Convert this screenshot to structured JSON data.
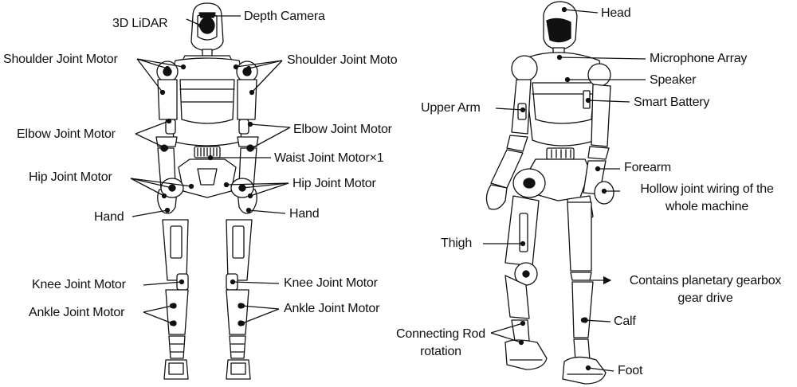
{
  "front_view": {
    "labels": {
      "lidar": "3D LiDAR",
      "depth_camera": "Depth Camera",
      "shoulder_left": "Shoulder Joint Motor",
      "shoulder_right": "Shoulder Joint Moto",
      "elbow_left": "Elbow Joint Motor",
      "elbow_right": "Elbow Joint Motor",
      "waist": "Waist Joint Motor×1",
      "hip_left": "Hip Joint Motor",
      "hip_right": "Hip Joint Motor",
      "hand_left": "Hand",
      "hand_right": "Hand",
      "knee_left": "Knee Joint Motor",
      "knee_right": "Knee Joint Motor",
      "ankle_left": "Ankle Joint Motor",
      "ankle_right": "Ankle Joint Motor"
    }
  },
  "side_view": {
    "labels": {
      "head": "Head",
      "microphone": "Microphone Array",
      "speaker": "Speaker",
      "battery": "Smart Battery",
      "upper_arm": "Upper Arm",
      "forearm": "Forearm",
      "wiring_line1": "Hollow joint wiring of the",
      "wiring_line2": "whole machine",
      "thigh": "Thigh",
      "gearbox_line1": "Contains planetary gearbox",
      "gearbox_line2": "gear drive",
      "calf": "Calf",
      "rod_line1": "Connecting Rod",
      "rod_line2": "rotation",
      "foot": "Foot"
    }
  },
  "colors": {
    "line": "#111111",
    "text": "#111111",
    "background": "#ffffff"
  }
}
